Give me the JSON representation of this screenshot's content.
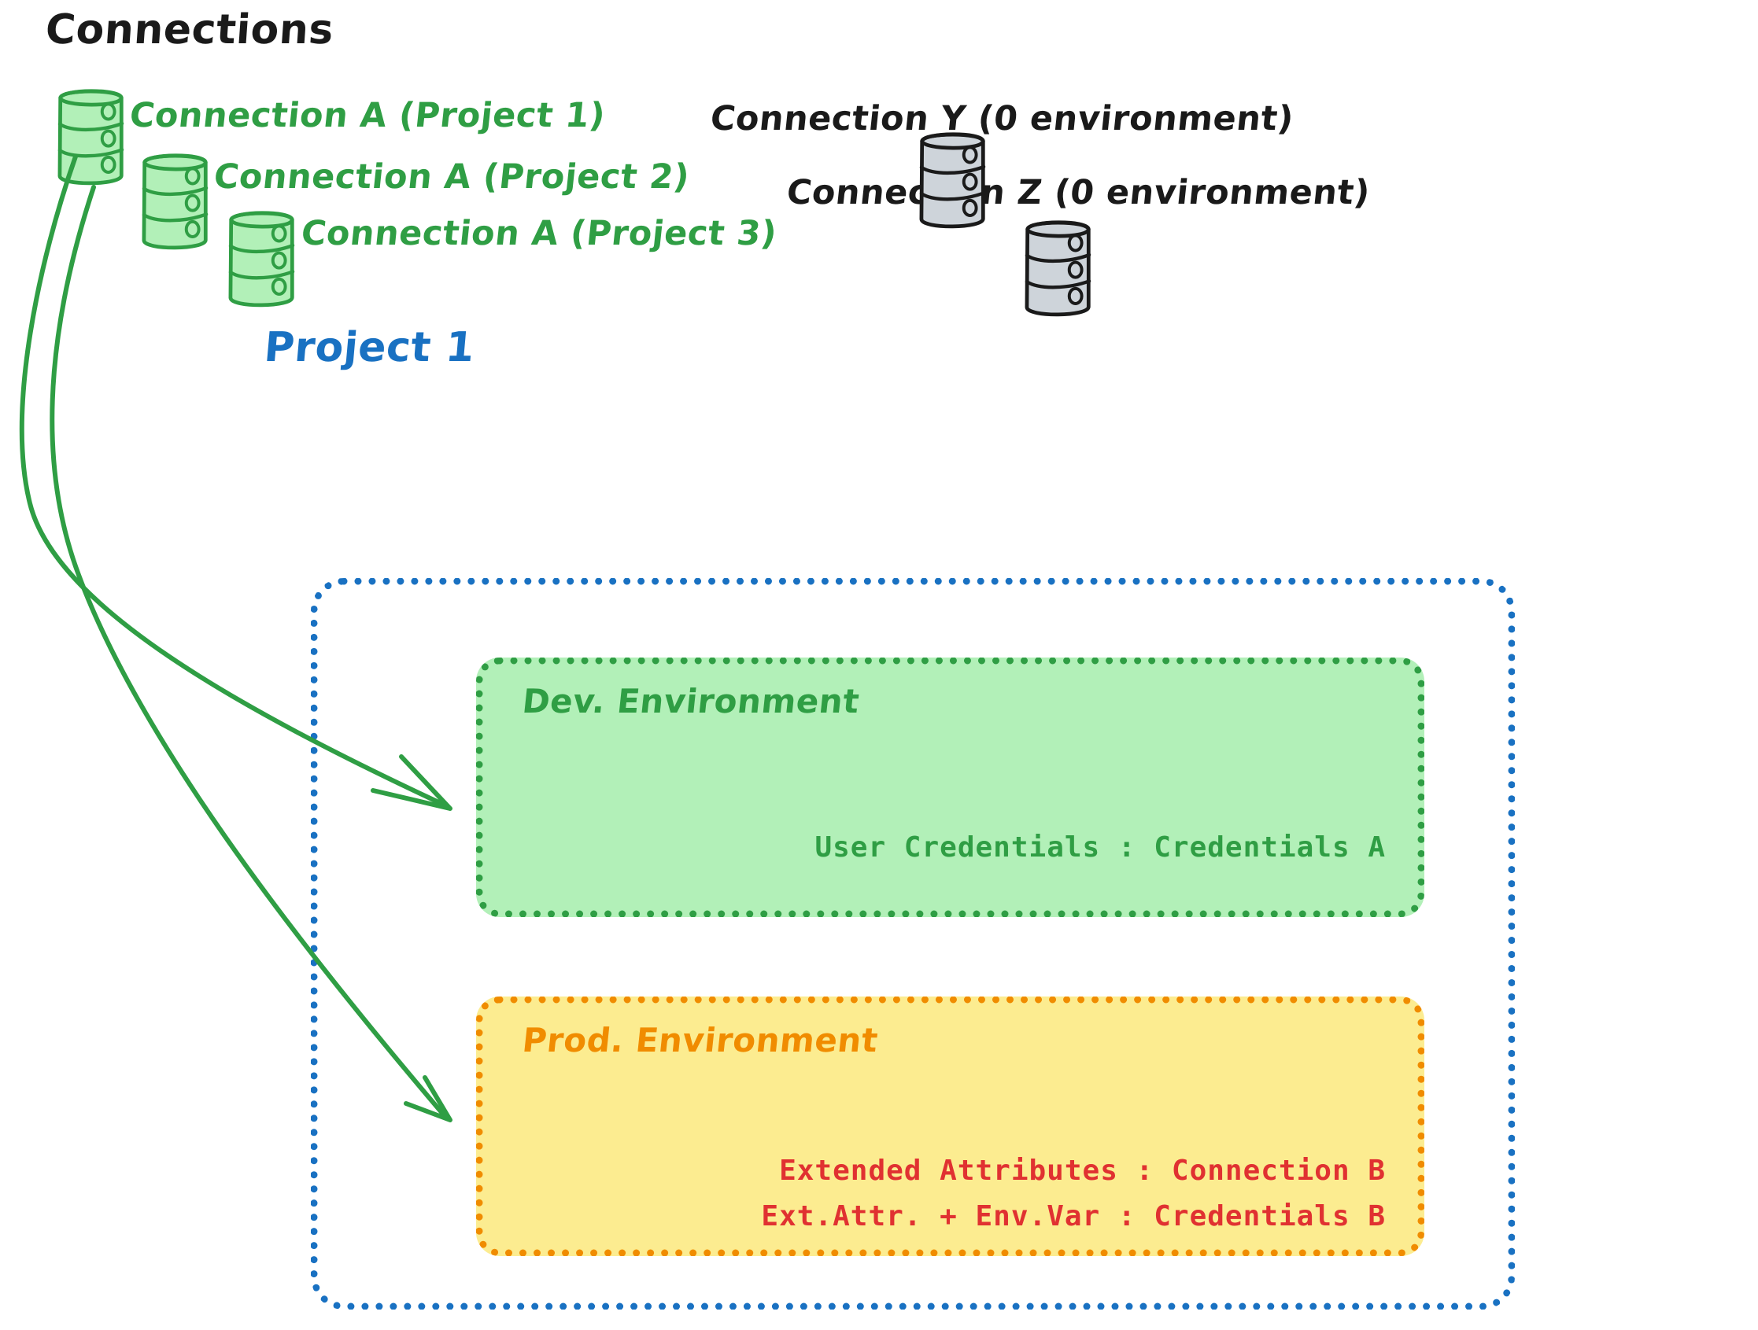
{
  "diagram": {
    "title": "Connections",
    "title_color": "#1a1a1a",
    "background": "#ffffff"
  },
  "connections": {
    "green_color": "#2f9e44",
    "green_fill": "#b2f0b8",
    "gray_color": "#1a1a1a",
    "gray_fill": "#ced4da",
    "items": [
      {
        "label": "Connection A (Project 1)",
        "color": "green",
        "icon": "database-cylinder-icon"
      },
      {
        "label": "Connection A (Project 2)",
        "color": "green",
        "icon": "database-cylinder-icon"
      },
      {
        "label": "Connection A (Project 3)",
        "color": "green",
        "icon": "database-cylinder-icon"
      },
      {
        "label": "Connection Y (0 environment)",
        "color": "gray",
        "icon": "database-cylinder-icon"
      },
      {
        "label": "Connection Z (0 environment)",
        "color": "gray",
        "icon": "database-cylinder-icon"
      }
    ]
  },
  "project": {
    "title": "Project 1",
    "title_color": "#1971c2",
    "border_color": "#1971c2",
    "environments": [
      {
        "name": "Dev. Environment",
        "heading_color": "#2f9e44",
        "border_color": "#2f9e44",
        "fill_color": "#b2f0b8",
        "lines": [
          {
            "text": "User Credentials : Credentials A",
            "color": "#2f9e44"
          }
        ]
      },
      {
        "name": "Prod. Environment",
        "heading_color": "#f08c00",
        "border_color": "#f08c00",
        "fill_color": "#fcec90",
        "lines": [
          {
            "text": "Extended Attributes : Connection B",
            "color": "#e03131"
          },
          {
            "text": "Ext.Attr. + Env.Var : Credentials B",
            "color": "#e03131"
          }
        ]
      }
    ]
  },
  "arrows": [
    {
      "name": "arrow-connection-a-to-dev-env",
      "color": "#2f9e44"
    },
    {
      "name": "arrow-connection-a-to-prod-env",
      "color": "#2f9e44"
    }
  ]
}
